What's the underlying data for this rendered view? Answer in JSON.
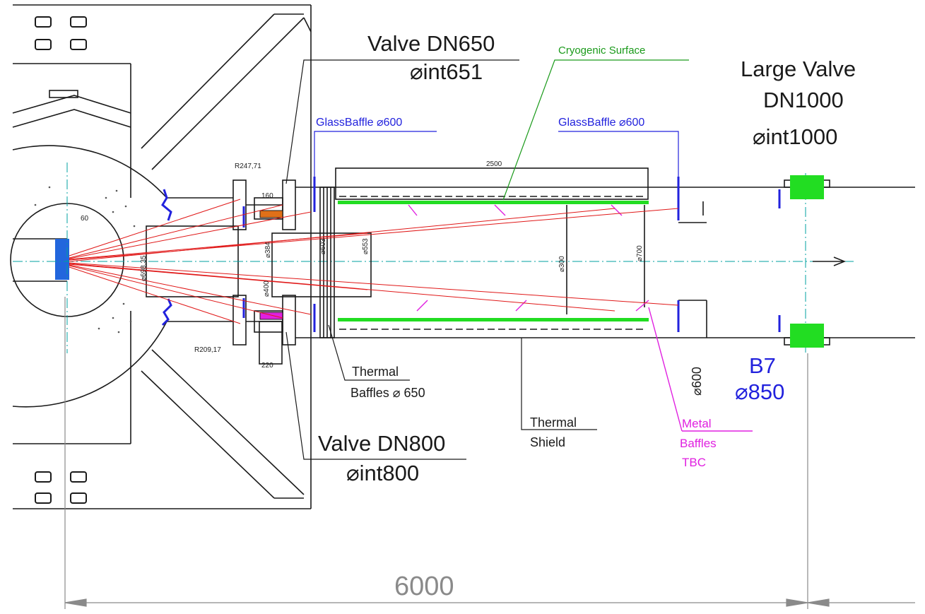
{
  "colors": {
    "line": "#1a1a1a",
    "ray": "#e01818",
    "axis": "#00a0a0",
    "blue_part": "#2222dd",
    "green_part": "#22dd22",
    "magenta_part": "#e020e0",
    "orange_part": "#e07018",
    "dimension": "#8a8a8a"
  },
  "labels": {
    "valve_dn650": "Valve DN650",
    "valve_dn650_int": "⌀int651",
    "cryogenic_surface": "Cryogenic Surface",
    "large_valve_1": "Large Valve",
    "large_valve_2": "DN1000",
    "large_valve_3": "⌀int1000",
    "glass_baffle_left": "GlassBaffle ⌀600",
    "glass_baffle_right": "GlassBaffle ⌀600",
    "thermal_baffles_1": "Thermal",
    "thermal_baffles_2": "Baffles ⌀ 650",
    "valve_dn800": "Valve DN800",
    "valve_dn800_int": "⌀int800",
    "thermal_shield_1": "Thermal",
    "thermal_shield_2": "Shield",
    "metal_baffles_1": "Metal",
    "metal_baffles_2": "Baffles",
    "metal_baffles_3": "TBC",
    "b7": "B7",
    "b7_dia": "⌀850",
    "overall_length": "6000"
  },
  "dimensions": {
    "r247": "R247,71",
    "r209": "R209,17",
    "d160": "160",
    "d220": "220",
    "d2500": "2500",
    "d60": "60",
    "d600_vertical": "⌀600",
    "dia300": "⌀300",
    "dia700": "⌀700",
    "dia603": "⌀603",
    "dia553": "⌀553",
    "dia384": "⌀384",
    "dia_chamber": "⌀698,35",
    "dia400": "⌀400"
  }
}
